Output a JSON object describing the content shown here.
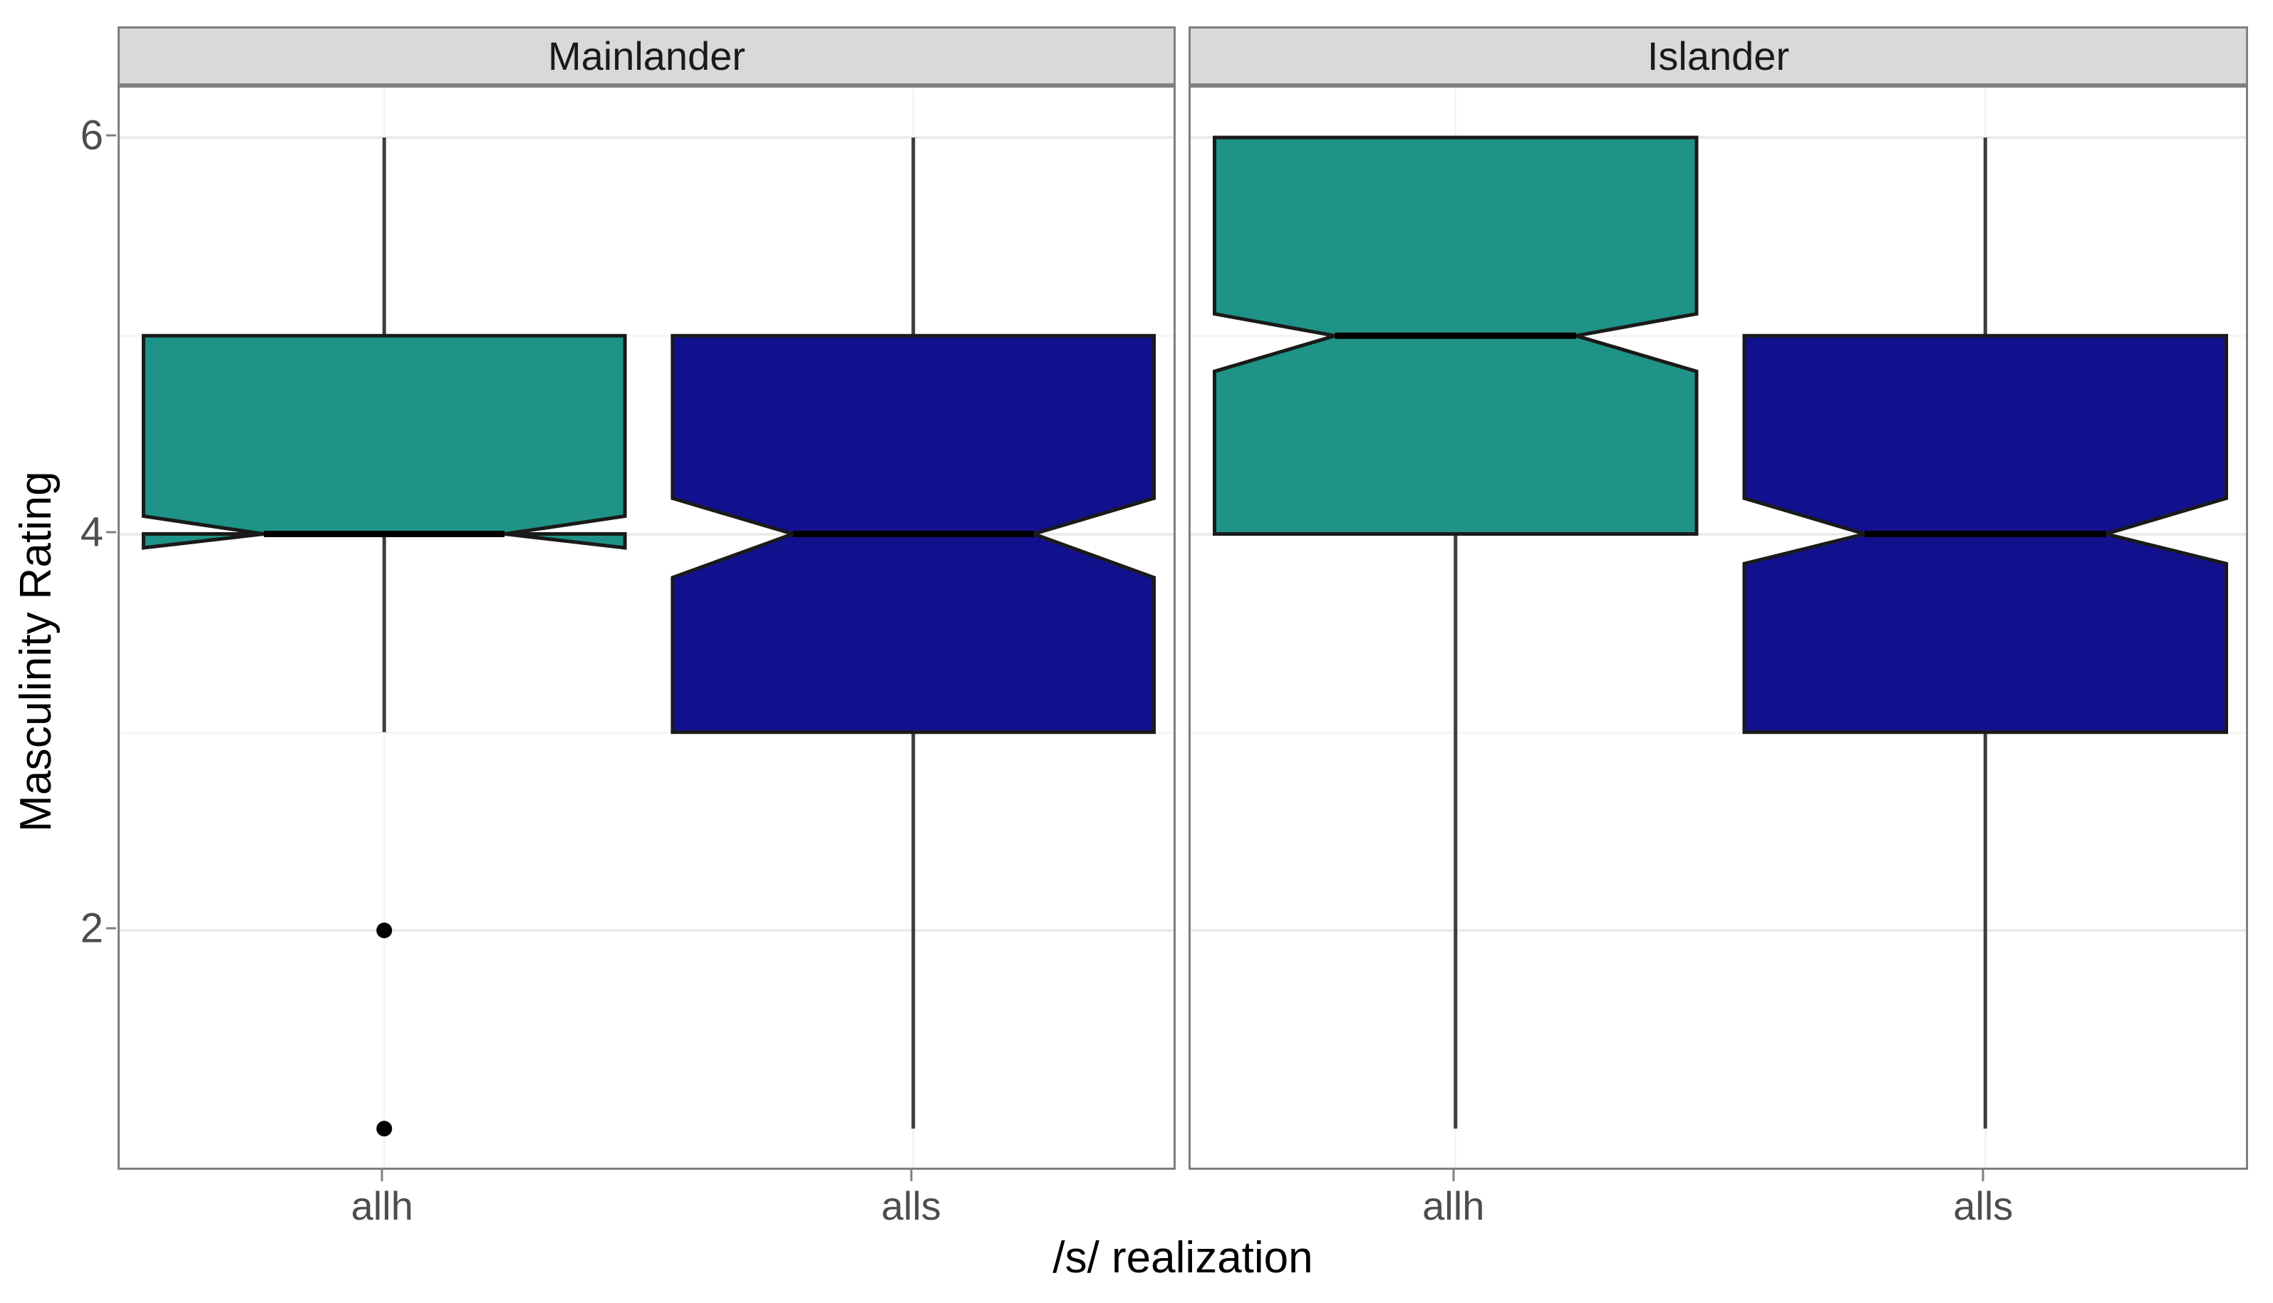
{
  "chart_data": {
    "type": "box",
    "title": "",
    "xlabel": "/s/ realization",
    "ylabel": "Masculinity Rating",
    "categories": [
      "allh",
      "alls"
    ],
    "facets": [
      "Mainlander",
      "Islander"
    ],
    "y_ticks": [
      6,
      4,
      2
    ],
    "y_minor_ticks": [
      5,
      3
    ],
    "ylim": [
      0.75,
      6.35
    ],
    "grid": true,
    "legend": "none",
    "notched": true,
    "colors": {
      "allh": "#1f9387",
      "alls": "#11118e",
      "outline": "#1a1a1a",
      "panel_border": "#7f7f7f",
      "strip_fill": "#d9d9d9",
      "grid_major": "#ebebeb",
      "grid_minor": "#f5f5f5"
    },
    "boxes": [
      {
        "facet": "Mainlander",
        "category": "allh",
        "fill_key": "allh",
        "lower_whisker": 3.0,
        "q1": 4.0,
        "median": 4.0,
        "q3": 5.0,
        "upper_whisker": 6.0,
        "notch_lower": 3.93,
        "notch_upper": 4.09,
        "outliers": [
          2.0,
          1.0
        ]
      },
      {
        "facet": "Mainlander",
        "category": "alls",
        "fill_key": "alls",
        "lower_whisker": 1.0,
        "q1": 3.0,
        "median": 4.0,
        "q3": 5.0,
        "upper_whisker": 6.0,
        "notch_lower": 3.78,
        "notch_upper": 4.18,
        "outliers": []
      },
      {
        "facet": "Islander",
        "category": "allh",
        "fill_key": "allh",
        "lower_whisker": 1.0,
        "q1": 4.0,
        "median": 5.0,
        "q3": 6.0,
        "upper_whisker": 6.0,
        "notch_lower": 4.82,
        "notch_upper": 5.11,
        "outliers": []
      },
      {
        "facet": "Islander",
        "category": "alls",
        "fill_key": "alls",
        "lower_whisker": 1.0,
        "q1": 3.0,
        "median": 4.0,
        "q3": 5.0,
        "upper_whisker": 6.0,
        "notch_lower": 3.85,
        "notch_upper": 4.18,
        "outliers": []
      }
    ]
  },
  "axes": {
    "y_title": "Masculinity Rating",
    "x_title": "/s/ realization",
    "y_tick_labels": [
      "6",
      "4",
      "2"
    ],
    "x_tick_labels": [
      "allh",
      "alls"
    ]
  },
  "facet_strips": [
    {
      "label": "Mainlander"
    },
    {
      "label": "Islander"
    }
  ]
}
